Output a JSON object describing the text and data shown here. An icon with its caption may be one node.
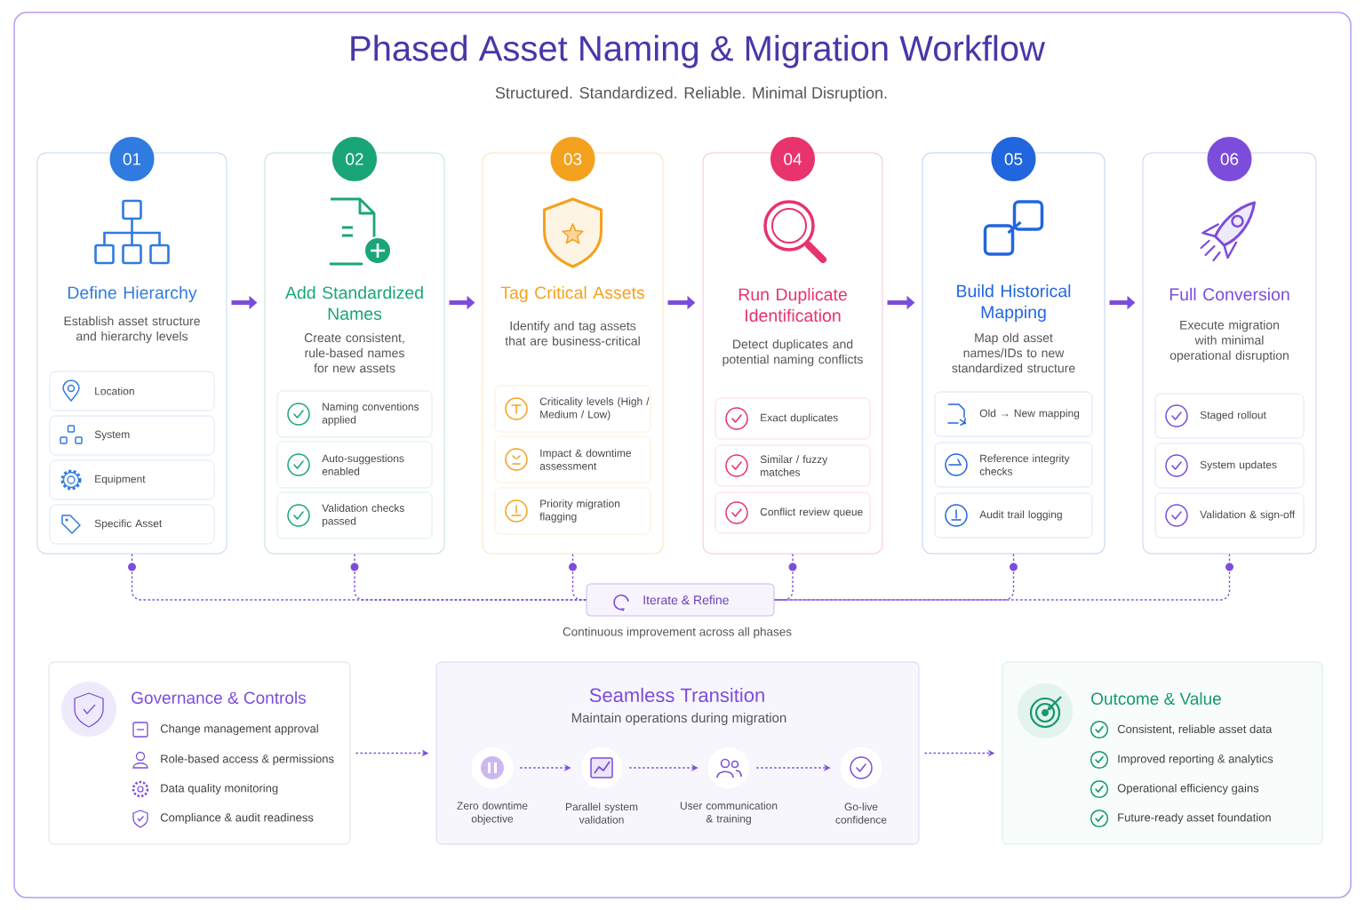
{
  "diagram": {
    "title": "Phased Asset Naming & Migration Workflow",
    "nodes": [
      {
        "text": [
          "01",
          "Define Hierarchy",
          "Establish asset structure and hierarchy levels"
        ]
      },
      {
        "text": [
          "Location"
        ],
        "in": 0
      },
      {
        "text": [
          "System"
        ],
        "in": 0
      },
      {
        "text": [
          "Equipment"
        ],
        "in": 0
      },
      {
        "text": [
          "Specific Asset"
        ],
        "in": 0
      },
      {
        "text": [
          "02",
          "Add Standardized Names",
          "Create consistent, rule-based names for new assets"
        ]
      },
      {
        "text": [
          "Naming conventions applied"
        ],
        "in": 5
      },
      {
        "text": [
          "Auto-suggestions enabled"
        ],
        "in": 5
      },
      {
        "text": [
          "Validation checks passed"
        ],
        "in": 5
      },
      {
        "text": [
          "03",
          "Tag Critical Assets",
          "Identify and tag assets that are business-critical"
        ]
      },
      {
        "text": [
          "Criticality levels (High / Medium / Low)"
        ],
        "in": 9
      },
      {
        "text": [
          "Impact & downtime assessment"
        ],
        "in": 9
      },
      {
        "text": [
          "Priority migration flagging"
        ],
        "in": 9
      },
      {
        "text": [
          "04",
          "Run Duplicate Identification",
          "Detect duplicates and potential naming conflicts"
        ]
      },
      {
        "text": [
          "Exact duplicates"
        ],
        "in": 13
      },
      {
        "text": [
          "Similar / fuzzy matches"
        ],
        "in": 13
      },
      {
        "text": [
          "Conflict review queue"
        ],
        "in": 13
      },
      {
        "text": [
          "05",
          "Build Historical Mapping",
          "Map old asset names/IDs to new standardized structure"
        ]
      },
      {
        "text": [
          "Old → New mapping"
        ],
        "in": 17
      },
      {
        "text": [
          "Reference integrity checks"
        ],
        "in": 17
      },
      {
        "text": [
          "Audit trail logging"
        ],
        "in": 17
      },
      {
        "text": [
          "06",
          "Full Conversion",
          "Execute migration with minimal operational disruption"
        ]
      },
      {
        "text": [
          "Staged rollout"
        ],
        "in": 21
      },
      {
        "text": [
          "System updates"
        ],
        "in": 21
      },
      {
        "text": [
          "Validation & sign-off"
        ],
        "in": 21
      },
      {
        "text": [
          "Iterate & Refine"
        ],
        "beside": [
          "Continuous improvement across all phases"
        ]
      },
      {
        "text": [
          "Governance & Controls",
          "Change management approval",
          "Role-based access & permissions",
          "Data quality monitoring",
          "Compliance & audit readiness"
        ]
      },
      {
        "text": [
          "Seamless Transition",
          "Maintain operations during migration"
        ]
      },
      {
        "text": [],
        "shape": "circle",
        "in": 27,
        "beside": [
          "Zero downtime objective"
        ]
      },
      {
        "text": [],
        "shape": "circle",
        "in": 27,
        "beside": [
          "Parallel system validation"
        ]
      },
      {
        "text": [],
        "shape": "circle",
        "in": 27,
        "beside": [
          "User communication & training"
        ]
      },
      {
        "text": [],
        "shape": "circle",
        "in": 27,
        "beside": [
          "Go-live confidence"
        ]
      },
      {
        "text": [
          "Outcome & Value",
          "Consistent, reliable asset data",
          "Improved reporting & analytics",
          "Operational efficiency gains",
          "Future-ready asset foundation"
        ]
      }
    ],
    "edges": [
      {
        "from": 0,
        "to": 5,
        "arrow": "to",
        "style": "thick"
      },
      {
        "from": 5,
        "to": 9,
        "arrow": "to",
        "style": "thick"
      },
      {
        "from": 9,
        "to": 13,
        "arrow": "to",
        "style": "thick"
      },
      {
        "from": 13,
        "to": 17,
        "arrow": "to",
        "style": "thick"
      },
      {
        "from": 17,
        "to": 21,
        "arrow": "to",
        "style": "thick"
      },
      {
        "from": 0,
        "to": 25,
        "arrow": "none",
        "style": "dashed"
      },
      {
        "from": 5,
        "to": 25,
        "arrow": "none",
        "style": "dashed"
      },
      {
        "from": 9,
        "to": 25,
        "arrow": "none",
        "style": "dashed"
      },
      {
        "from": 13,
        "to": 25,
        "arrow": "none",
        "style": "dashed"
      },
      {
        "from": 17,
        "to": 25,
        "arrow": "none",
        "style": "dashed"
      },
      {
        "from": 21,
        "to": 25,
        "arrow": "none",
        "style": "dashed"
      },
      {
        "from": 26,
        "to": 27,
        "arrow": "to",
        "style": "dashed"
      },
      {
        "from": 27,
        "to": 32,
        "arrow": "to",
        "style": "dashed"
      },
      {
        "from": 28,
        "to": 29,
        "arrow": "to",
        "style": "dashed"
      },
      {
        "from": 29,
        "to": 30,
        "arrow": "to",
        "style": "dashed"
      },
      {
        "from": 30,
        "to": 31,
        "arrow": "to",
        "style": "dashed"
      }
    ],
    "labels": [
      "Structured. Standardized. Reliable. Minimal Disruption."
    ]
  }
}
